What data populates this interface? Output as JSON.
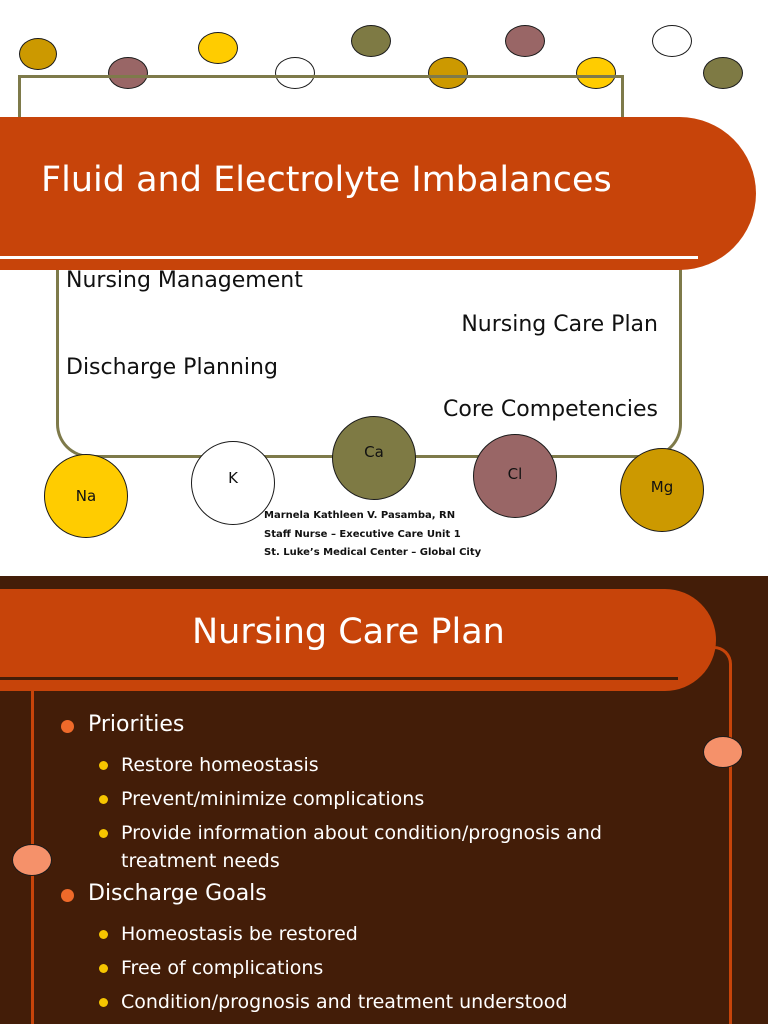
{
  "slide1": {
    "title": "Fluid and Electrolyte Imbalances",
    "menu": [
      "Nursing Management",
      "Nursing Care Plan",
      "Discharge Planning",
      "Core Competencies"
    ],
    "electrolytes": [
      "Na",
      "K",
      "Ca",
      "Cl",
      "Mg"
    ],
    "author": {
      "name": "Marnela Kathleen V. Pasamba, RN",
      "position": "Staff Nurse – Executive Care Unit 1",
      "organization": "St. Luke’s Medical Center – Global City"
    },
    "colors": {
      "title_bar": "#c7440a",
      "frame": "#7e7a4a",
      "gold": "#ffcc00",
      "mustard": "#cc9900",
      "olive": "#7e7a44",
      "mauve": "#996666",
      "white": "#ffffff"
    }
  },
  "slide2": {
    "title": "Nursing Care Plan",
    "sections": [
      {
        "heading": "Priorities",
        "items": [
          "Restore homeostasis",
          "Prevent/minimize complications",
          "Provide information about condition/prognosis and treatment needs"
        ]
      },
      {
        "heading": "Discharge Goals",
        "items": [
          "Homeostasis be restored",
          "Free of complications",
          "Condition/prognosis and treatment understood"
        ]
      }
    ],
    "colors": {
      "background": "#431d08",
      "title_bar": "#c7440a",
      "bullet_main": "#ef6a2a",
      "bullet_sub": "#f6c500",
      "accent_dot": "#f5916a"
    }
  }
}
